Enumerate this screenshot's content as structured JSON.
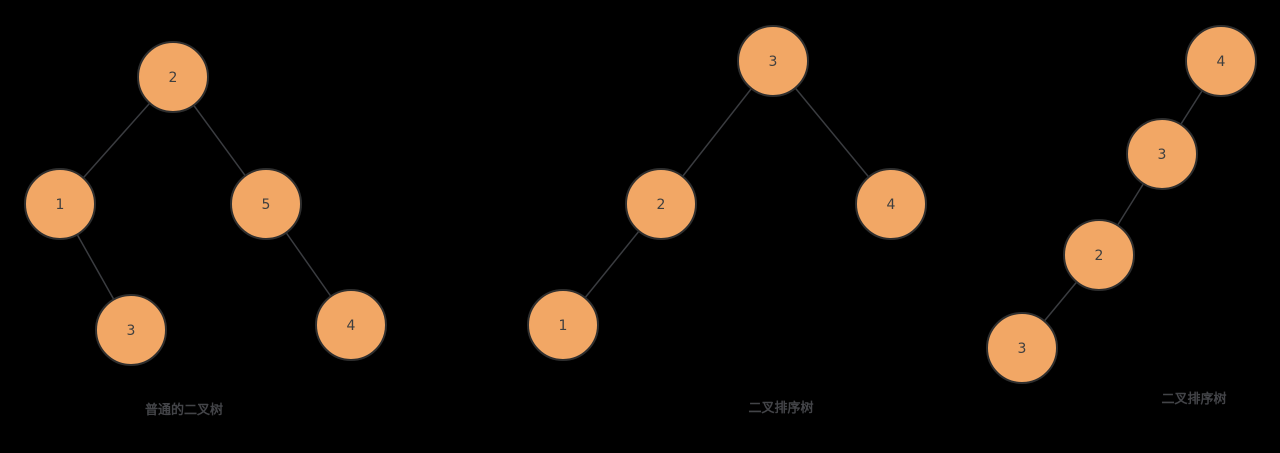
{
  "colors": {
    "background": "#000000",
    "node_fill": "#f2a765",
    "node_stroke": "#2e2e2e",
    "node_text": "#3f3f3f",
    "edge": "#3a3c40",
    "caption_text": "#434448"
  },
  "trees": [
    {
      "label": "普通的二叉树",
      "nodes": [
        {
          "role": "root",
          "value": "2"
        },
        {
          "role": "root-left-child",
          "value": "1"
        },
        {
          "role": "root-right-child",
          "value": "5"
        },
        {
          "role": "right-child-of-1",
          "value": "3"
        },
        {
          "role": "right-child-of-5",
          "value": "4"
        }
      ],
      "edges": [
        [
          "2",
          "1"
        ],
        [
          "2",
          "5"
        ],
        [
          "1",
          "3"
        ],
        [
          "5",
          "4"
        ]
      ]
    },
    {
      "label": "二叉排序树",
      "nodes": [
        {
          "role": "root",
          "value": "3"
        },
        {
          "role": "root-left-child",
          "value": "2"
        },
        {
          "role": "root-right-child",
          "value": "4"
        },
        {
          "role": "left-child-of-2",
          "value": "1"
        }
      ],
      "edges": [
        [
          "3",
          "2"
        ],
        [
          "3",
          "4"
        ],
        [
          "2",
          "1"
        ]
      ]
    },
    {
      "label": "二叉排序树",
      "nodes": [
        {
          "role": "root",
          "value": "4"
        },
        {
          "role": "level-2",
          "value": "3"
        },
        {
          "role": "level-3",
          "value": "2"
        },
        {
          "role": "level-4",
          "value": "3"
        }
      ],
      "edges": [
        [
          "4",
          "3"
        ],
        [
          "3",
          "2"
        ],
        [
          "2",
          "3"
        ]
      ]
    }
  ]
}
